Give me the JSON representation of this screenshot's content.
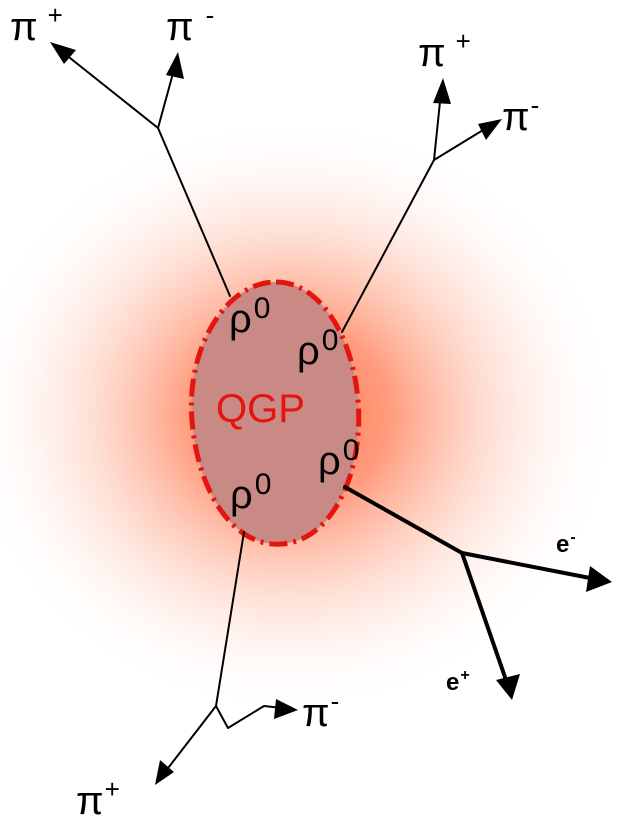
{
  "labels": {
    "qgp": "QGP",
    "rho": "ρ",
    "rho_sup": "0",
    "pi": "π",
    "plus": "+",
    "minus": "-",
    "e": "e"
  },
  "colors": {
    "glow": "#ff6a3d",
    "qgp_fill": "#c98a86",
    "qgp_border": "#e4140e",
    "qgp_text": "#e4140e",
    "lines": "#000000"
  }
}
